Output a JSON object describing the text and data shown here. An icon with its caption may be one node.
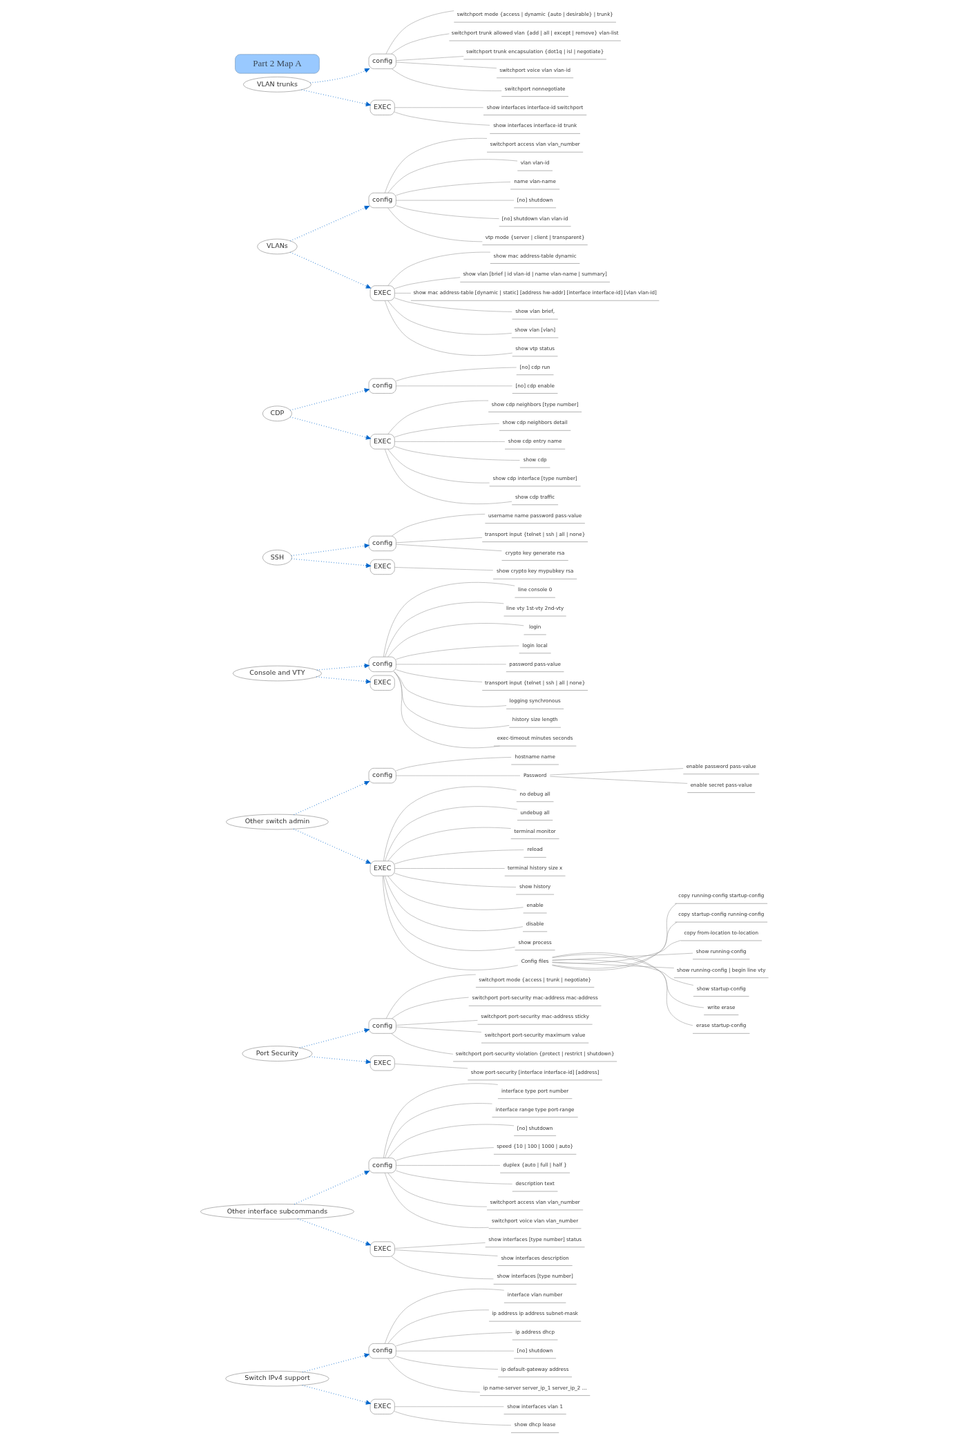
{
  "diagram": {
    "nodes": [
      {
        "text": [
          "config"
        ]
      },
      {
        "text": [
          "interface vlan number"
        ]
      },
      {
        "text": [
          "ip address ip address subnet-mask"
        ]
      },
      {
        "text": [
          "ip address dhcp"
        ]
      },
      {
        "text": [
          "[no] shutdown"
        ]
      },
      {
        "text": [
          "ip default-gateway address"
        ]
      },
      {
        "text": [
          "ip name-server server_ip_1 server_ip_2 ..."
        ]
      },
      {
        "text": [
          "config"
        ]
      },
      {
        "text": [
          "interface type port number"
        ]
      },
      {
        "text": [
          "interface range type port-range"
        ]
      },
      {
        "text": [
          "[no] shutdown"
        ]
      },
      {
        "text": [
          "speed {10 | 100 | 1000 | auto}"
        ]
      },
      {
        "text": [
          "duplex {auto | full | half }"
        ]
      },
      {
        "text": [
          "description text"
        ]
      },
      {
        "text": [
          "switchport access vlan vlan_number"
        ]
      },
      {
        "text": [
          "switchport voice vlan vlan_number"
        ]
      },
      {
        "text": [
          "Port Security"
        ]
      },
      {
        "text": [
          "Other interface subcommands"
        ]
      },
      {
        "text": [
          "EXEC"
        ]
      },
      {
        "text": [
          "show interfaces [type number] status"
        ]
      },
      {
        "text": [
          "show interfaces description"
        ]
      },
      {
        "text": [
          "show interfaces [type number]"
        ]
      },
      {
        "text": [
          "config"
        ]
      },
      {
        "text": [
          "hostname name"
        ]
      },
      {
        "text": [
          "Password"
        ]
      },
      {
        "text": [
          "enable password pass-value"
        ]
      },
      {
        "text": [
          "enable secret pass-value"
        ]
      },
      {
        "text": [
          "Other switch admin"
        ]
      },
      {
        "text": [
          "EXEC"
        ]
      },
      {
        "text": [
          "no debug all"
        ]
      },
      {
        "text": [
          "undebug all"
        ]
      },
      {
        "text": [
          "terminal monitor"
        ]
      },
      {
        "text": [
          "reload"
        ]
      },
      {
        "text": [
          "terminal history size x"
        ]
      },
      {
        "text": [
          "show history"
        ]
      },
      {
        "text": [
          "enable"
        ]
      },
      {
        "text": [
          "disable"
        ]
      },
      {
        "text": [
          "show process"
        ]
      },
      {
        "text": [
          "Config files"
        ]
      },
      {
        "text": [
          "copy running-config startup-config"
        ]
      },
      {
        "text": [
          "copy startup-config running-config"
        ]
      },
      {
        "text": [
          "copy from-location to-location"
        ]
      },
      {
        "text": [
          "show running-config"
        ]
      },
      {
        "text": [
          "show running-config | begin line vty"
        ]
      },
      {
        "text": [
          "show startup-config"
        ]
      },
      {
        "text": [
          "write erase"
        ]
      },
      {
        "text": [
          "erase startup-config"
        ]
      },
      {
        "text": [
          "config"
        ]
      },
      {
        "text": [
          "switchport mode {access | trunk | negotiate}"
        ]
      },
      {
        "text": [
          "switchport port-security mac-address mac-address"
        ]
      },
      {
        "text": [
          "switchport port-security mac-address sticky"
        ]
      },
      {
        "text": [
          "switchport port-security maximum value"
        ]
      },
      {
        "text": [
          "switchport port-security violation {protect | restrict | shutdown}"
        ]
      },
      {
        "text": [
          "EXEC"
        ]
      },
      {
        "text": [
          "show port-security [interface interface-id] [address]"
        ]
      },
      {
        "text": [
          "Switch IPv4 support"
        ]
      },
      {
        "text": [
          "EXEC"
        ]
      },
      {
        "text": [
          "show interfaces vlan 1"
        ]
      },
      {
        "text": [
          "show dhcp lease"
        ]
      },
      {
        "text": [
          "config"
        ]
      },
      {
        "text": [
          "line console 0"
        ]
      },
      {
        "text": [
          "line vty 1st-vty 2nd-vty"
        ]
      },
      {
        "text": [
          "login"
        ]
      },
      {
        "text": [
          "login local"
        ]
      },
      {
        "text": [
          "password pass-value"
        ]
      },
      {
        "text": [
          "transport input {telnet | ssh | all | none}"
        ]
      },
      {
        "text": [
          "logging synchronous"
        ]
      },
      {
        "text": [
          "history size length"
        ]
      },
      {
        "text": [
          "exec-timeout minutes seconds"
        ]
      },
      {
        "text": [
          "Console and VTY"
        ]
      },
      {
        "text": [
          "EXEC"
        ]
      },
      {
        "text": [
          "config"
        ]
      },
      {
        "text": [
          "username name password pass-value"
        ]
      },
      {
        "text": [
          "transport input {telnet | ssh | all | none}"
        ]
      },
      {
        "text": [
          "crypto key generate rsa"
        ]
      },
      {
        "text": [
          "SSH"
        ]
      },
      {
        "text": [
          "EXEC"
        ]
      },
      {
        "text": [
          "show crypto key mypubkey rsa"
        ]
      },
      {
        "text": [
          "config"
        ]
      },
      {
        "text": [
          "[no] cdp run"
        ]
      },
      {
        "text": [
          "[no] cdp enable"
        ]
      },
      {
        "text": [
          "VLANs"
        ]
      },
      {
        "text": [
          "CDP"
        ]
      },
      {
        "text": [
          "EXEC"
        ]
      },
      {
        "text": [
          "show cdp neighbors [type number]"
        ]
      },
      {
        "text": [
          "show cdp neighbors detail"
        ]
      },
      {
        "text": [
          "show cdp entry name"
        ]
      },
      {
        "text": [
          "show cdp"
        ]
      },
      {
        "text": [
          "show cdp interface [type number]"
        ]
      },
      {
        "text": [
          "show cdp traffic"
        ]
      },
      {
        "text": [
          "config"
        ]
      },
      {
        "text": [
          "switchport access vlan vlan_number"
        ]
      },
      {
        "text": [
          "vlan vlan-id"
        ]
      },
      {
        "text": [
          "name vlan-name"
        ]
      },
      {
        "text": [
          "[no] shutdown"
        ]
      },
      {
        "text": [
          "[no] shutdown vlan vlan-id"
        ]
      },
      {
        "text": [
          "vtp mode {server | client | transparent}"
        ]
      },
      {
        "text": [
          "EXEC"
        ]
      },
      {
        "text": [
          "show mac address-table dynamic"
        ]
      },
      {
        "text": [
          "show vlan [brief | id vlan-id | name vlan-name | summary]"
        ]
      },
      {
        "text": [
          "show mac address-table [dynamic | static] [address hw-addr] [interface interface-id] [vlan vlan-id]"
        ]
      },
      {
        "text": [
          "show vlan brief,"
        ]
      },
      {
        "text": [
          "show vlan [vlan]"
        ]
      },
      {
        "text": [
          "show vtp status"
        ]
      },
      {
        "text": [
          "config"
        ]
      },
      {
        "text": [
          "switchport mode {access | dynamic {auto | desirable} | trunk}"
        ]
      },
      {
        "text": [
          "switchport trunk allowed vlan {add | all | except | remove} vlan-list"
        ]
      },
      {
        "text": [
          "switchport trunk encapsulation {dot1q | isl | negotiate}"
        ]
      },
      {
        "text": [
          "switchport voice vlan vlan-id"
        ]
      },
      {
        "text": [
          "switchport nonnegotiate"
        ]
      },
      {
        "text": [
          "VLAN trunks"
        ]
      },
      {
        "text": [
          "EXEC"
        ]
      },
      {
        "text": [
          "show interfaces interface-id switchport"
        ]
      },
      {
        "text": [
          "show interfaces interface-id trunk"
        ]
      },
      {
        "text": [
          "Part 2 Map A"
        ]
      }
    ],
    "edges": [
      {
        "from": 0,
        "to": 1,
        "arrow": "none"
      },
      {
        "from": 0,
        "to": 2,
        "arrow": "none"
      },
      {
        "from": 0,
        "to": 3,
        "arrow": "none"
      },
      {
        "from": 0,
        "to": 4,
        "arrow": "none"
      },
      {
        "from": 0,
        "to": 5,
        "arrow": "none"
      },
      {
        "from": 0,
        "to": 6,
        "arrow": "none"
      },
      {
        "from": 7,
        "to": 8,
        "arrow": "none"
      },
      {
        "from": 7,
        "to": 9,
        "arrow": "none"
      },
      {
        "from": 7,
        "to": 10,
        "arrow": "none"
      },
      {
        "from": 7,
        "to": 11,
        "arrow": "none"
      },
      {
        "from": 7,
        "to": 12,
        "arrow": "none"
      },
      {
        "from": 7,
        "to": 13,
        "arrow": "none"
      },
      {
        "from": 7,
        "to": 14,
        "arrow": "none"
      },
      {
        "from": 7,
        "to": 15,
        "arrow": "none"
      },
      {
        "from": 17,
        "to": 7,
        "arrow": "to",
        "style": "dashed",
        "color": "#0066cc"
      },
      {
        "from": 17,
        "to": 18,
        "arrow": "to",
        "style": "dashed",
        "color": "#0066cc"
      },
      {
        "from": 16,
        "to": 47,
        "arrow": "to",
        "style": "dashed",
        "color": "#0066cc"
      },
      {
        "from": 16,
        "to": 53,
        "arrow": "to",
        "style": "dashed",
        "color": "#0066cc"
      },
      {
        "from": 18,
        "to": 19,
        "arrow": "none"
      },
      {
        "from": 18,
        "to": 20,
        "arrow": "none"
      },
      {
        "from": 18,
        "to": 21,
        "arrow": "none"
      },
      {
        "from": 22,
        "to": 23,
        "arrow": "none"
      },
      {
        "from": 22,
        "to": 24,
        "arrow": "none"
      },
      {
        "from": 24,
        "to": 25,
        "arrow": "none"
      },
      {
        "from": 24,
        "to": 26,
        "arrow": "none"
      },
      {
        "from": 27,
        "to": 22,
        "arrow": "to",
        "style": "dashed",
        "color": "#0066cc"
      },
      {
        "from": 27,
        "to": 28,
        "arrow": "to",
        "style": "dashed",
        "color": "#0066cc"
      },
      {
        "from": 28,
        "to": 29,
        "arrow": "none"
      },
      {
        "from": 28,
        "to": 30,
        "arrow": "none"
      },
      {
        "from": 28,
        "to": 31,
        "arrow": "none"
      },
      {
        "from": 28,
        "to": 32,
        "arrow": "none"
      },
      {
        "from": 28,
        "to": 33,
        "arrow": "none"
      },
      {
        "from": 28,
        "to": 34,
        "arrow": "none"
      },
      {
        "from": 28,
        "to": 35,
        "arrow": "none"
      },
      {
        "from": 28,
        "to": 36,
        "arrow": "none"
      },
      {
        "from": 28,
        "to": 37,
        "arrow": "none"
      },
      {
        "from": 28,
        "to": 38,
        "arrow": "none"
      },
      {
        "from": 38,
        "to": 39,
        "arrow": "none"
      },
      {
        "from": 38,
        "to": 40,
        "arrow": "none"
      },
      {
        "from": 38,
        "to": 41,
        "arrow": "none"
      },
      {
        "from": 38,
        "to": 42,
        "arrow": "none"
      },
      {
        "from": 38,
        "to": 43,
        "arrow": "none"
      },
      {
        "from": 38,
        "to": 44,
        "arrow": "none"
      },
      {
        "from": 38,
        "to": 45,
        "arrow": "none"
      },
      {
        "from": 38,
        "to": 46,
        "arrow": "none"
      },
      {
        "from": 47,
        "to": 48,
        "arrow": "none"
      },
      {
        "from": 47,
        "to": 49,
        "arrow": "none"
      },
      {
        "from": 47,
        "to": 50,
        "arrow": "none"
      },
      {
        "from": 47,
        "to": 51,
        "arrow": "none"
      },
      {
        "from": 47,
        "to": 52,
        "arrow": "none"
      },
      {
        "from": 53,
        "to": 54,
        "arrow": "none"
      },
      {
        "from": 55,
        "to": 0,
        "arrow": "to",
        "style": "dashed",
        "color": "#0066cc"
      },
      {
        "from": 55,
        "to": 56,
        "arrow": "to",
        "style": "dashed",
        "color": "#0066cc"
      },
      {
        "from": 56,
        "to": 57,
        "arrow": "none"
      },
      {
        "from": 56,
        "to": 58,
        "arrow": "none"
      },
      {
        "from": 59,
        "to": 60,
        "arrow": "none"
      },
      {
        "from": 59,
        "to": 61,
        "arrow": "none"
      },
      {
        "from": 59,
        "to": 62,
        "arrow": "none"
      },
      {
        "from": 59,
        "to": 63,
        "arrow": "none"
      },
      {
        "from": 59,
        "to": 64,
        "arrow": "none"
      },
      {
        "from": 59,
        "to": 65,
        "arrow": "none"
      },
      {
        "from": 59,
        "to": 66,
        "arrow": "none"
      },
      {
        "from": 59,
        "to": 67,
        "arrow": "none"
      },
      {
        "from": 59,
        "to": 68,
        "arrow": "none"
      },
      {
        "from": 69,
        "to": 59,
        "arrow": "to",
        "style": "dashed",
        "color": "#0066cc"
      },
      {
        "from": 69,
        "to": 70,
        "arrow": "to",
        "style": "dashed",
        "color": "#0066cc"
      },
      {
        "from": 71,
        "to": 72,
        "arrow": "none"
      },
      {
        "from": 71,
        "to": 73,
        "arrow": "none"
      },
      {
        "from": 71,
        "to": 74,
        "arrow": "none"
      },
      {
        "from": 75,
        "to": 71,
        "arrow": "to",
        "style": "dashed",
        "color": "#0066cc"
      },
      {
        "from": 75,
        "to": 76,
        "arrow": "to",
        "style": "dashed",
        "color": "#0066cc"
      },
      {
        "from": 76,
        "to": 77,
        "arrow": "none"
      },
      {
        "from": 78,
        "to": 79,
        "arrow": "none"
      },
      {
        "from": 78,
        "to": 80,
        "arrow": "none"
      },
      {
        "from": 82,
        "to": 78,
        "arrow": "to",
        "style": "dashed",
        "color": "#0066cc"
      },
      {
        "from": 82,
        "to": 83,
        "arrow": "to",
        "style": "dashed",
        "color": "#0066cc"
      },
      {
        "from": 81,
        "to": 90,
        "arrow": "to",
        "style": "dashed",
        "color": "#0066cc"
      },
      {
        "from": 81,
        "to": 97,
        "arrow": "to",
        "style": "dashed",
        "color": "#0066cc"
      },
      {
        "from": 83,
        "to": 84,
        "arrow": "none"
      },
      {
        "from": 83,
        "to": 85,
        "arrow": "none"
      },
      {
        "from": 83,
        "to": 86,
        "arrow": "none"
      },
      {
        "from": 83,
        "to": 87,
        "arrow": "none"
      },
      {
        "from": 83,
        "to": 88,
        "arrow": "none"
      },
      {
        "from": 83,
        "to": 89,
        "arrow": "none"
      },
      {
        "from": 90,
        "to": 91,
        "arrow": "none"
      },
      {
        "from": 90,
        "to": 92,
        "arrow": "none"
      },
      {
        "from": 90,
        "to": 93,
        "arrow": "none"
      },
      {
        "from": 90,
        "to": 94,
        "arrow": "none"
      },
      {
        "from": 90,
        "to": 95,
        "arrow": "none"
      },
      {
        "from": 90,
        "to": 96,
        "arrow": "none"
      },
      {
        "from": 97,
        "to": 98,
        "arrow": "none"
      },
      {
        "from": 97,
        "to": 99,
        "arrow": "none"
      },
      {
        "from": 97,
        "to": 100,
        "arrow": "none"
      },
      {
        "from": 97,
        "to": 101,
        "arrow": "none"
      },
      {
        "from": 97,
        "to": 102,
        "arrow": "none"
      },
      {
        "from": 97,
        "to": 103,
        "arrow": "none"
      },
      {
        "from": 104,
        "to": 105,
        "arrow": "none"
      },
      {
        "from": 104,
        "to": 106,
        "arrow": "none"
      },
      {
        "from": 104,
        "to": 107,
        "arrow": "none"
      },
      {
        "from": 104,
        "to": 108,
        "arrow": "none"
      },
      {
        "from": 104,
        "to": 109,
        "arrow": "none"
      },
      {
        "from": 110,
        "to": 104,
        "arrow": "to",
        "style": "dashed",
        "color": "#0066cc"
      },
      {
        "from": 110,
        "to": 111,
        "arrow": "to",
        "style": "dashed",
        "color": "#0066cc"
      },
      {
        "from": 111,
        "to": 112,
        "arrow": "none"
      },
      {
        "from": 111,
        "to": 113,
        "arrow": "none"
      }
    ]
  }
}
